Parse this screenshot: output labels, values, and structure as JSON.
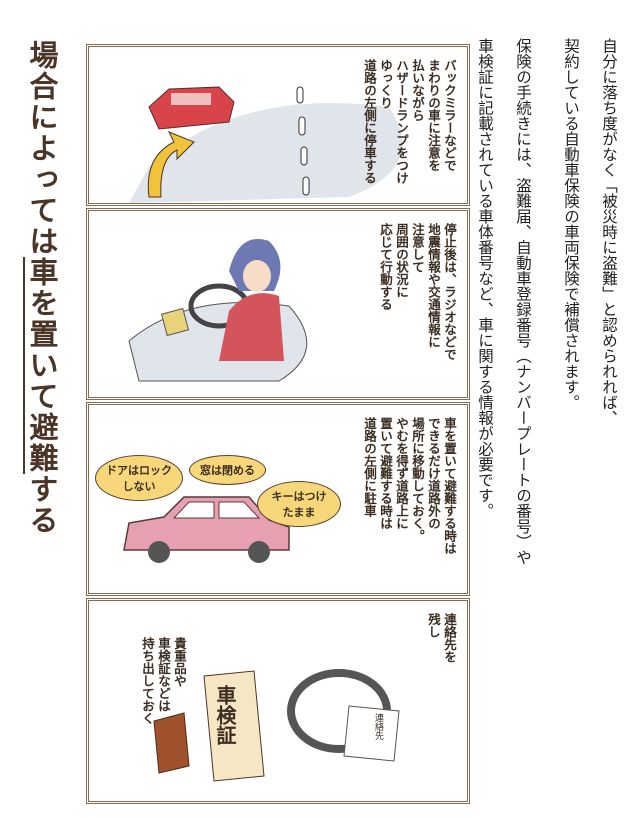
{
  "title": {
    "pre": "場合によっては",
    "underlined": "車を置いて避難",
    "post": "する"
  },
  "intro": [
    "自分に落ち度がなく「被災時に盗難」と認められれば、",
    "契約している自動車保険の車両保険で補償されます。",
    "保険の手続きには、盗難届、自動車登録番号（ナンバープレートの番号）や",
    "車検証に記載されている車体番号など、車に関する情報が必要です。"
  ],
  "panels": [
    {
      "lines": [
        "バックミラーなどで",
        "まわりの車に注意を",
        "払いながら",
        "ハザードランプをつけ",
        "ゆっくり",
        "道路の左側に停車する"
      ]
    },
    {
      "lines": [
        "停止後は、ラジオなどで",
        "地震情報や交通情報に",
        "注意して",
        "周囲の状況に",
        "応じて行動する"
      ]
    },
    {
      "lines": [
        "車を置いて避難する時は",
        "できるだけ道路外の",
        "場所に移動しておく。",
        "やむを得ず道路上に",
        "置いて避難する時は",
        "道路の左側に駐車"
      ],
      "bubbles": [
        "ドアはロックしない",
        "窓は閉める",
        "キーはつけたまま"
      ]
    },
    {
      "lines_a": [
        "連絡先を",
        "残し"
      ],
      "lines_b": [
        "貴重品や",
        "車検証などは",
        "持ち出しておく"
      ],
      "doc_label": "車検証",
      "note_label": "連絡先"
    }
  ]
}
